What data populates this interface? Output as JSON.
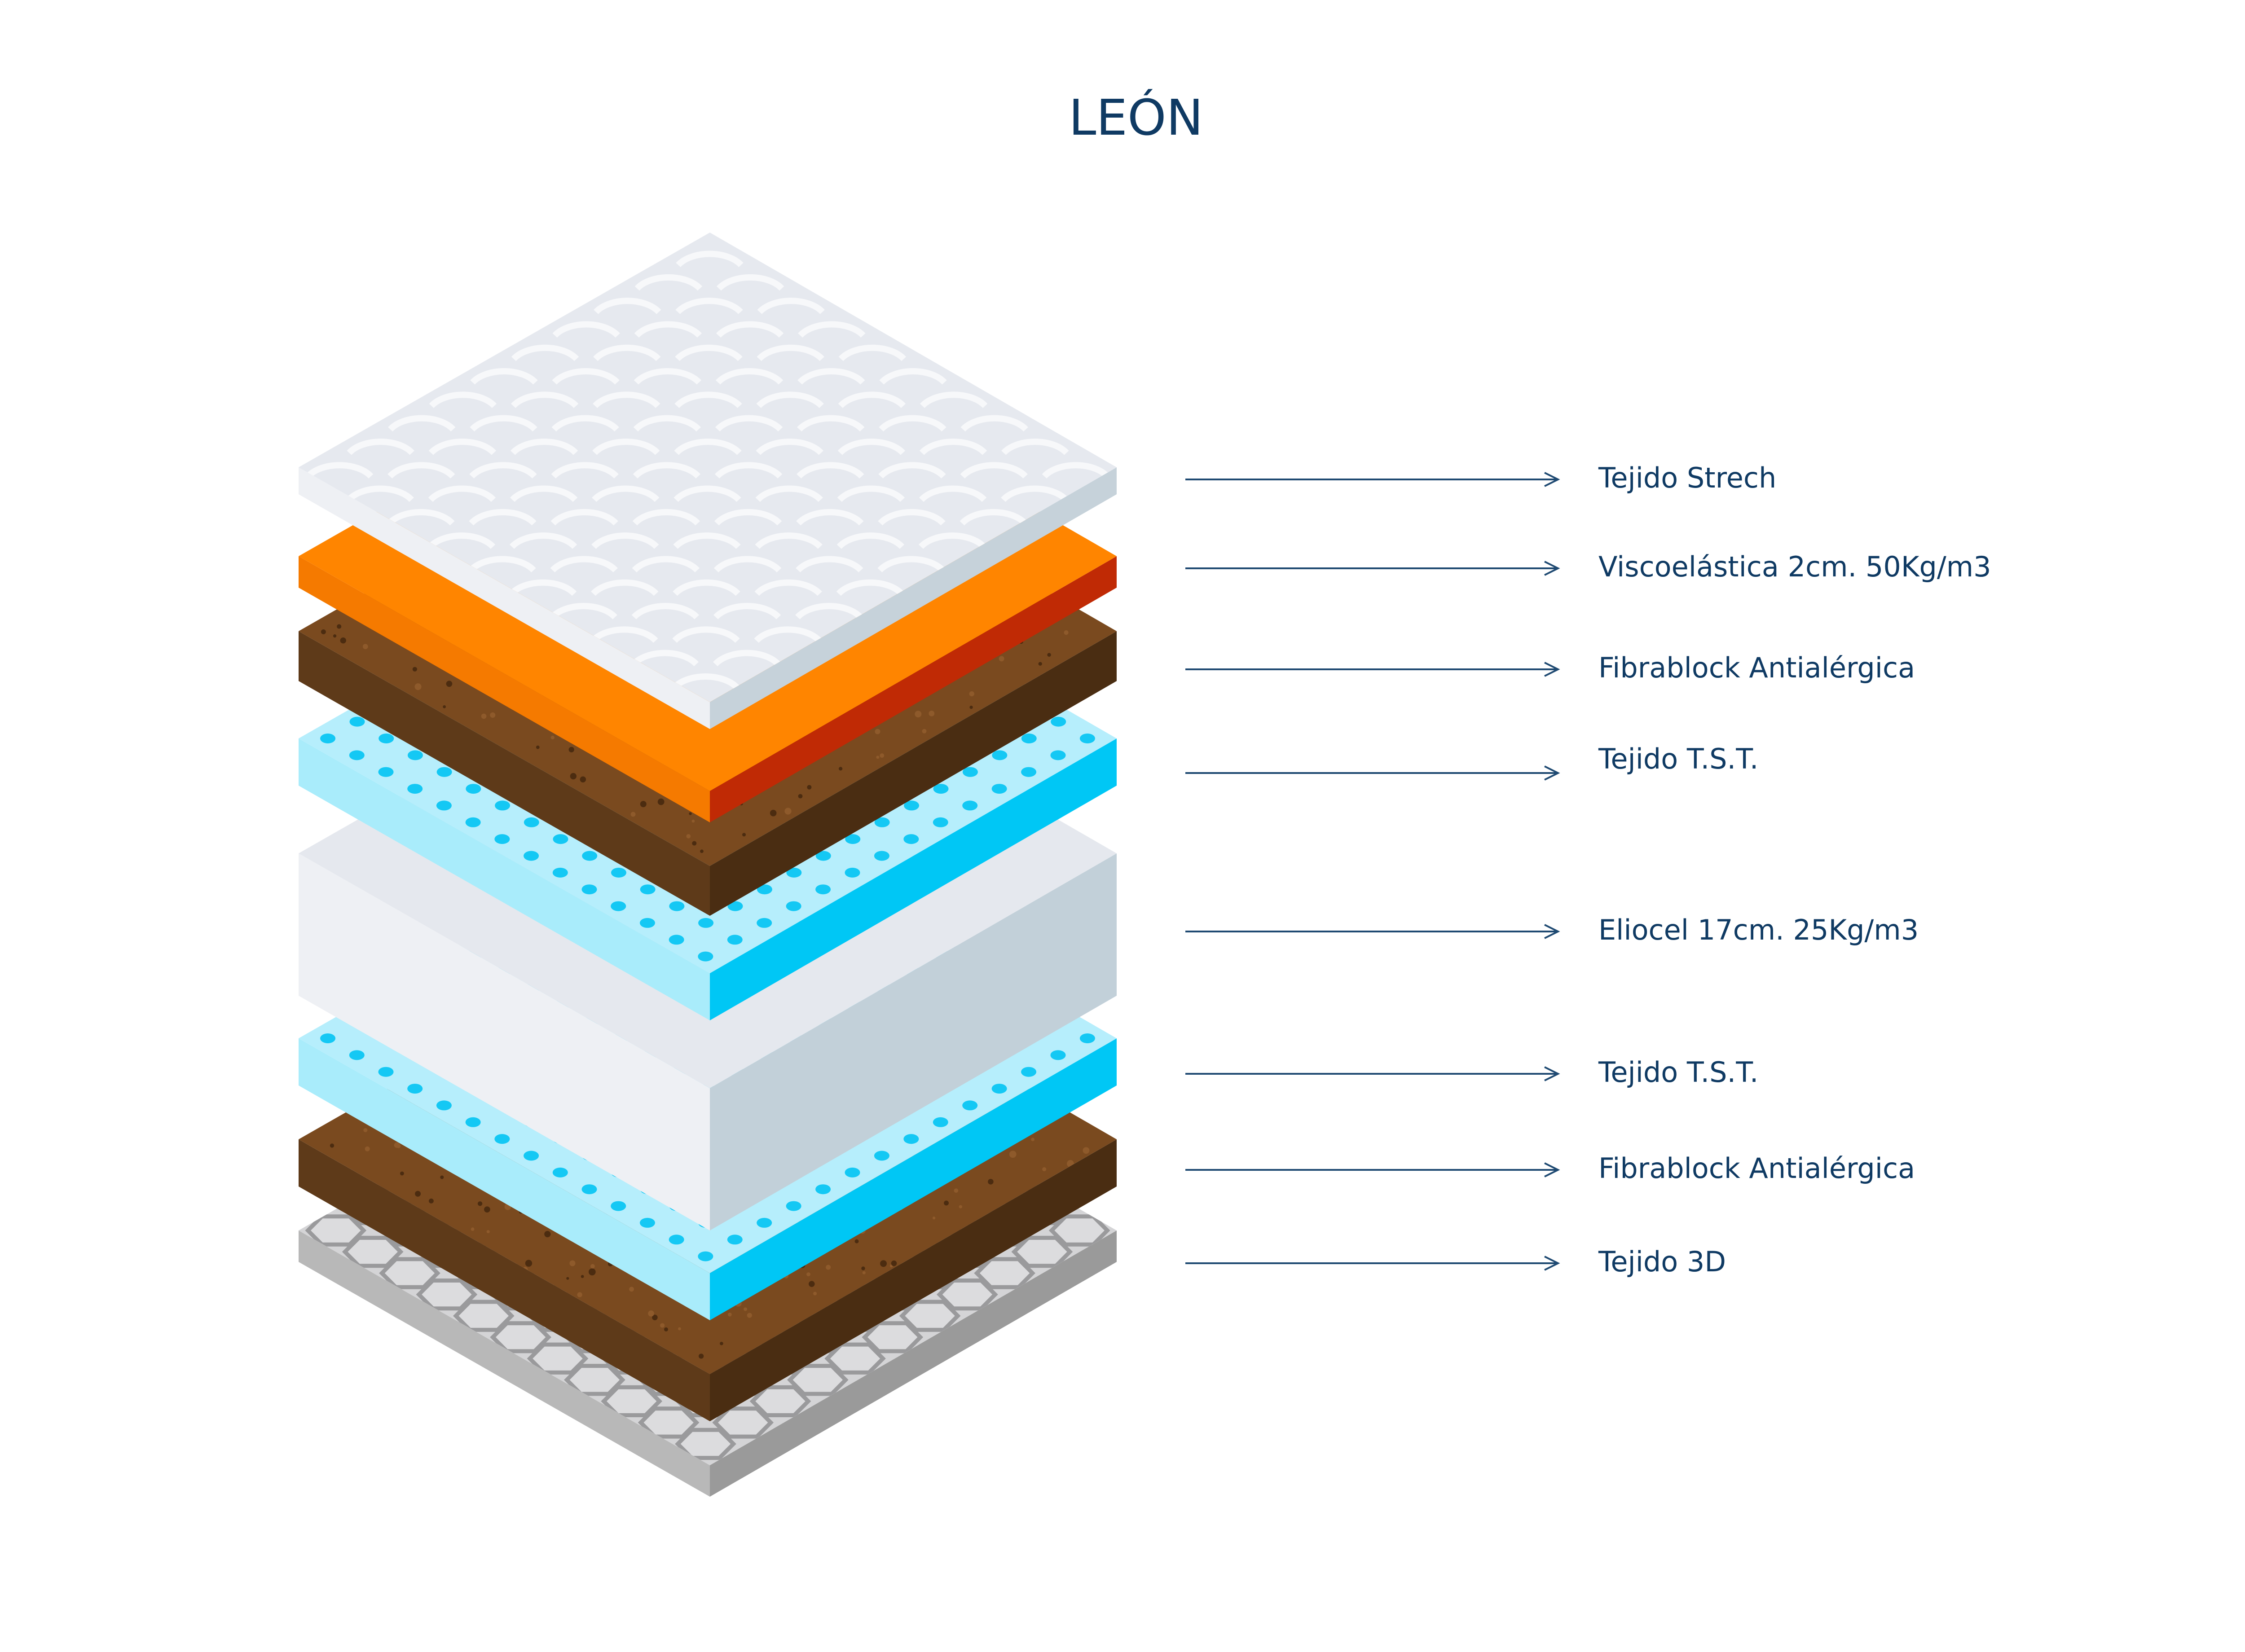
{
  "title": "LEÓN",
  "colors": {
    "text": "#0f3a63",
    "line": "#1f4a72"
  },
  "layers": [
    {
      "id": "tejido-3d",
      "label": "Tejido 3D",
      "pattern": "hexagons"
    },
    {
      "id": "fibrablock-bottom",
      "label": "Fibrablock Antialérgica",
      "pattern": "speckles"
    },
    {
      "id": "tst-bottom",
      "label": "Tejido T.S.T.",
      "pattern": "dots"
    },
    {
      "id": "eliocel",
      "label": "Eliocel 17cm. 25Kg/m3",
      "pattern": "plain"
    },
    {
      "id": "tst-top",
      "label": "Tejido T.S.T.",
      "pattern": "dots"
    },
    {
      "id": "fibrablock-top",
      "label": "Fibrablock Antialérgica",
      "pattern": "speckles"
    },
    {
      "id": "viscoelastica",
      "label": "Viscoelástica 2cm. 50Kg/m3",
      "pattern": "plain"
    },
    {
      "id": "tejido-strech",
      "label": "Tejido Strech",
      "pattern": "scallops"
    }
  ]
}
